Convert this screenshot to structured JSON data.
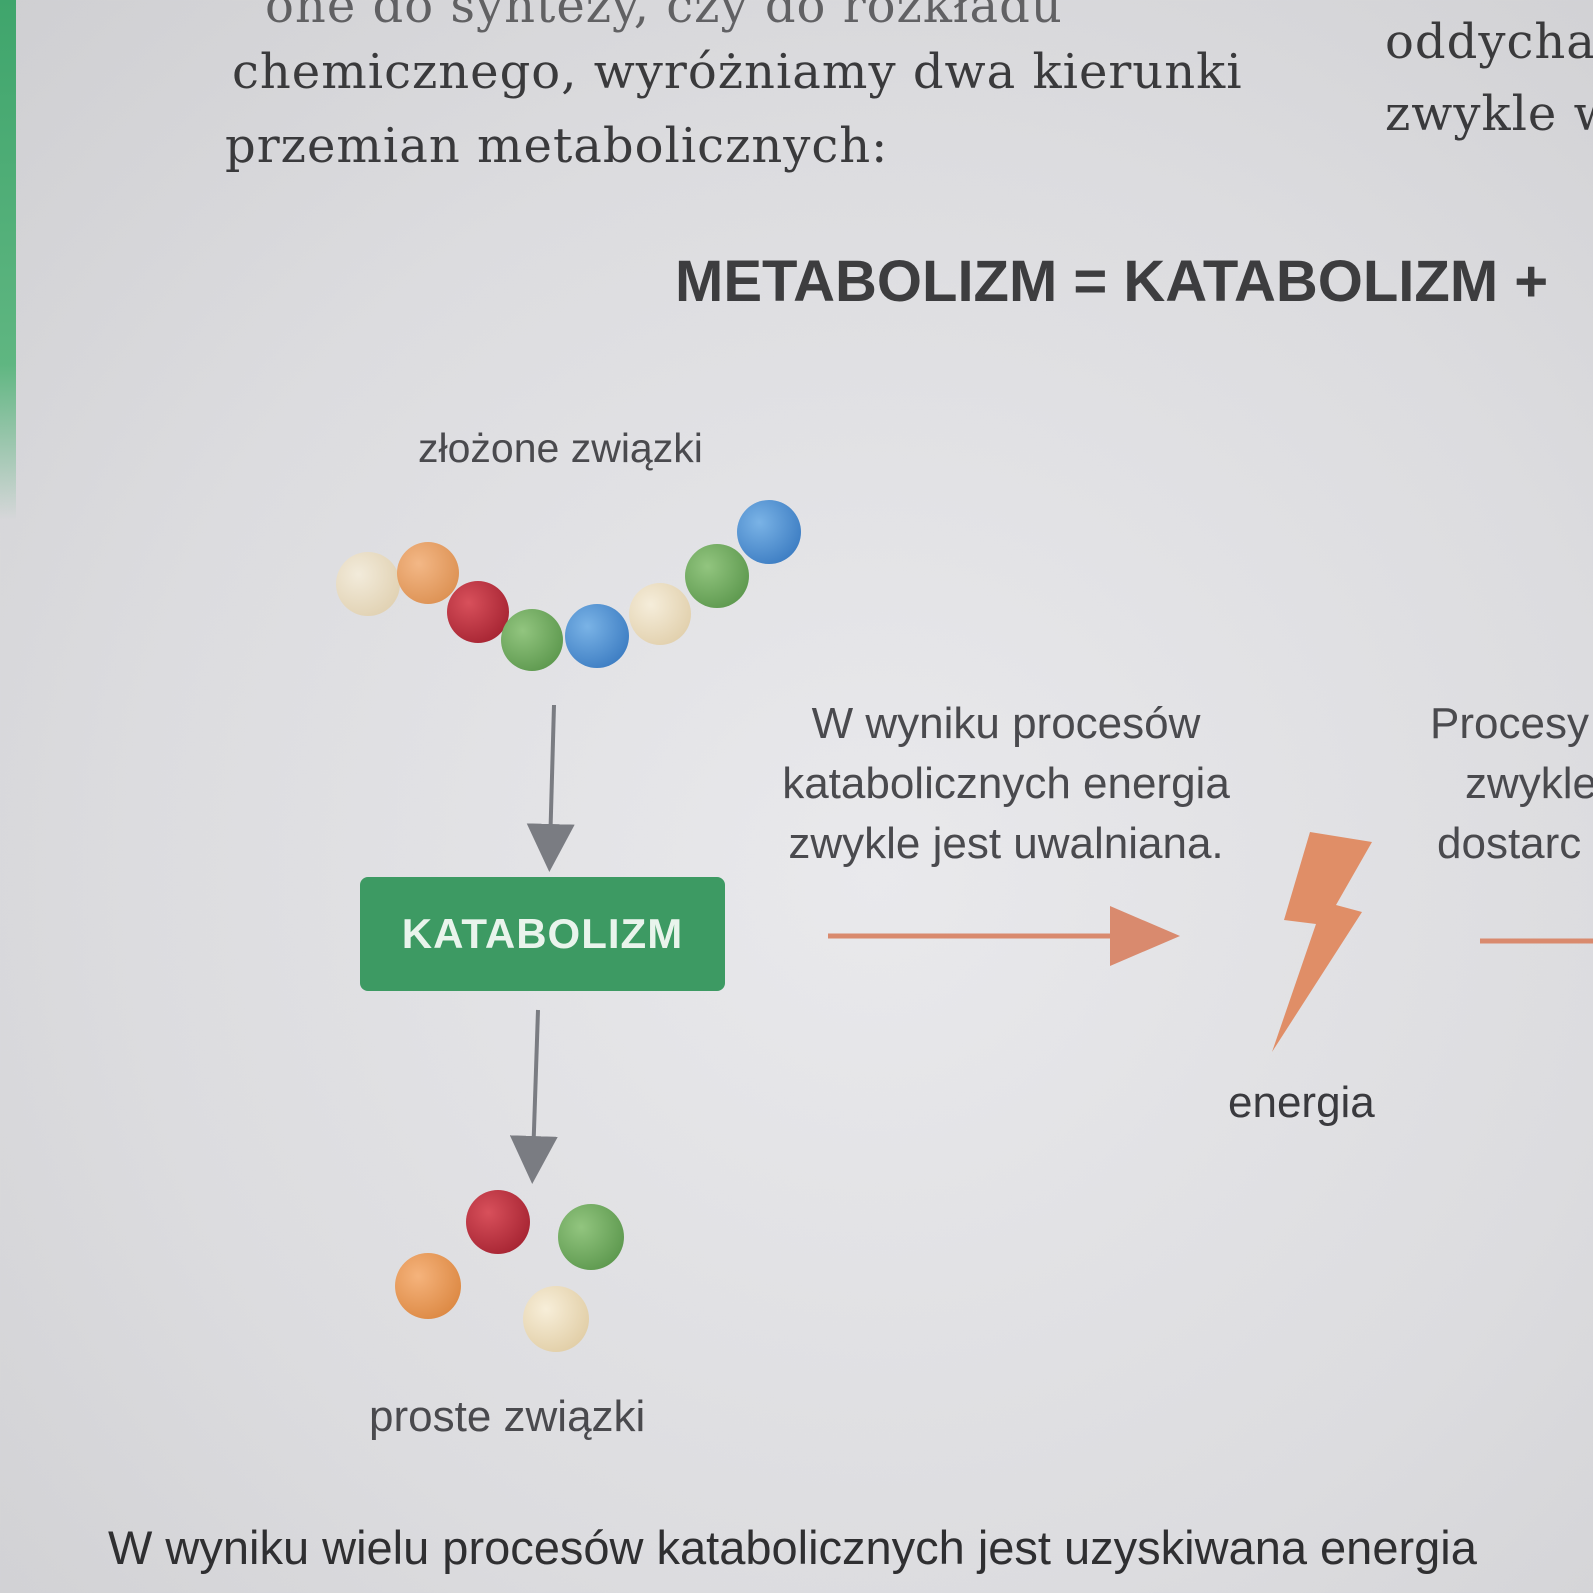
{
  "intro": {
    "line1_left": "one do syntezy, czy do rozkładu",
    "line2_left": "chemicznego, wyróżniamy dwa kierunki",
    "line3_left": "przemian metabolicznych:",
    "line2_right": "oddycha",
    "line3_right": "zwykle w"
  },
  "equation": "METABOLIZM = KATABOLIZM +",
  "diagram": {
    "top_label": "złożone związki",
    "process_label": "KATABOLIZM",
    "bottom_label": "proste związki",
    "catabolic_note": [
      "W wyniku procesów",
      "katabolicznych energia",
      "zwykle jest uwalniana."
    ],
    "anabolic_note_partial": [
      "Procesy",
      "zwykle",
      "dostarc"
    ],
    "energy_label": "energia"
  },
  "colors": {
    "process_box": "#3d9a63",
    "arrow_energy": "#d98a6e",
    "arrow_flow": "#7a7c82",
    "bolt": "#e0875c",
    "bead_cream": "#e8d6b0",
    "bead_orange": "#e39556",
    "bead_red": "#b9323f",
    "bead_green": "#6fa85f",
    "bead_blue": "#4b8fd0"
  },
  "bottom_text": "W wyniku wielu procesów katabolicznych jest uzyskiwana energia"
}
